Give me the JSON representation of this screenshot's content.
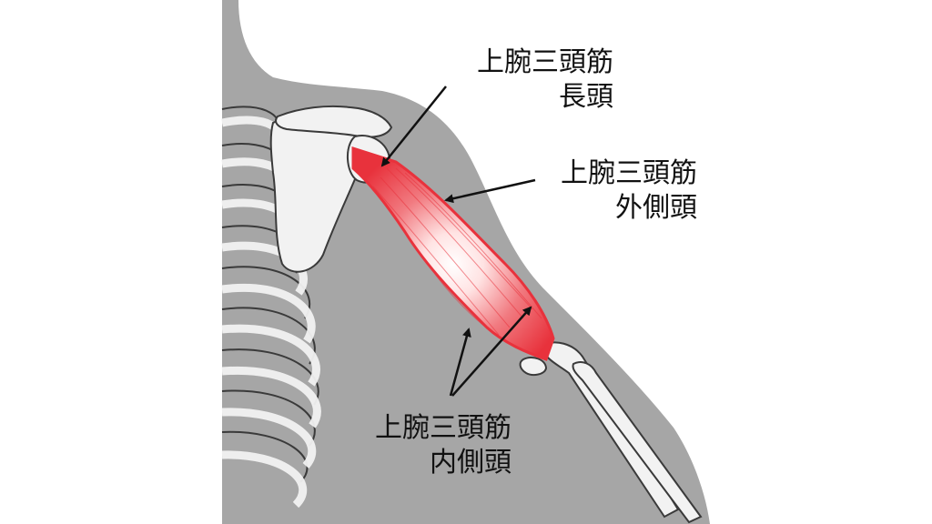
{
  "labels": {
    "long_head": {
      "line1": "上腕三頭筋",
      "line2": "長頭"
    },
    "lateral_head": {
      "line1": "上腕三頭筋",
      "line2": "外側頭"
    },
    "medial_head": {
      "line1": "上腕三頭筋",
      "line2": "内側頭"
    }
  },
  "colors": {
    "body_silhouette": "#a6a6a6",
    "bone_fill": "#f2f2f2",
    "bone_outline": "#3a3a3a",
    "muscle_red": "#e8323c",
    "muscle_highlight": "#ffffff",
    "arrow": "#111111"
  }
}
